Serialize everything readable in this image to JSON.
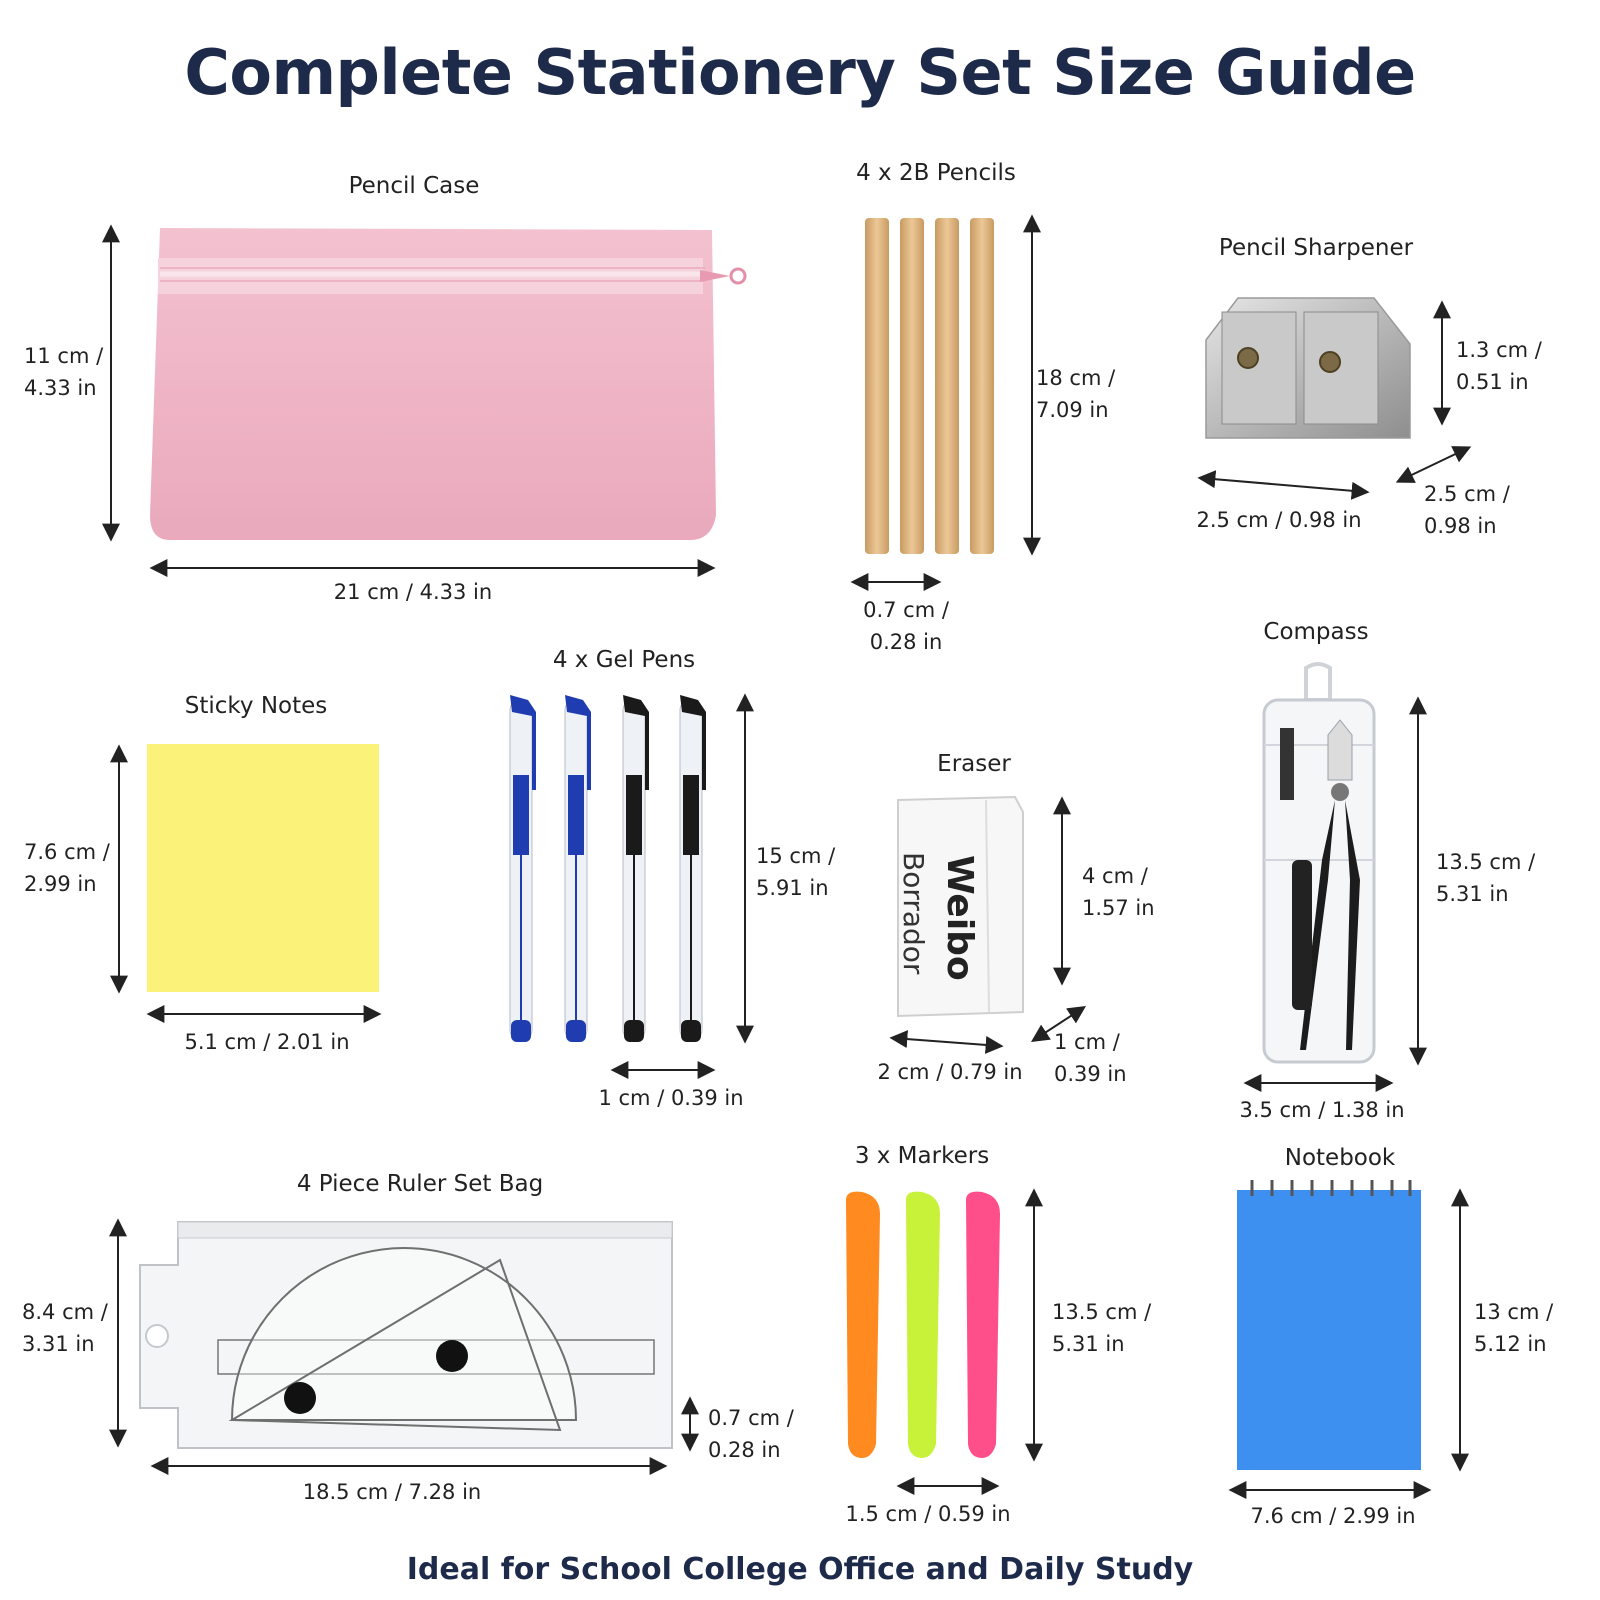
{
  "title": "Complete Stationery Set Size Guide",
  "footer": "Ideal for School College Office and Daily Study",
  "items": {
    "pencil_case": {
      "name": "Pencil Case",
      "height": [
        "11 cm /",
        "4.33 in"
      ],
      "width": "21 cm / 4.33 in"
    },
    "pencils": {
      "name": "4 x 2B Pencils",
      "height": [
        "18 cm /",
        "7.09 in"
      ],
      "width": [
        "0.7 cm /",
        "0.28 in"
      ]
    },
    "sharpener": {
      "name": "Pencil Sharpener",
      "height": [
        "1.3 cm /",
        "0.51 in"
      ],
      "width": "2.5 cm / 0.98 in",
      "depth": [
        "2.5 cm /",
        "0.98 in"
      ]
    },
    "sticky_notes": {
      "name": "Sticky Notes",
      "height": [
        "7.6 cm /",
        "2.99 in"
      ],
      "width": "5.1 cm / 2.01 in"
    },
    "gel_pens": {
      "name": "4 x Gel Pens",
      "height": [
        "15 cm /",
        "5.91 in"
      ],
      "width": "1 cm / 0.39 in"
    },
    "eraser": {
      "name": "Eraser",
      "height": [
        "4 cm /",
        "1.57 in"
      ],
      "width": "2 cm / 0.79 in",
      "depth": [
        "1 cm /",
        "0.39 in"
      ],
      "brand": "Weibo",
      "text": "Borrador"
    },
    "compass": {
      "name": "Compass",
      "height": [
        "13.5 cm /",
        "5.31 in"
      ],
      "width": "3.5 cm / 1.38 in"
    },
    "ruler_set": {
      "name": "4 Piece Ruler Set Bag",
      "height": [
        "8.4 cm /",
        "3.31 in"
      ],
      "width": "18.5 cm / 7.28 in",
      "depth": [
        "0.7 cm /",
        "0.28 in"
      ]
    },
    "markers": {
      "name": "3 x Markers",
      "height": [
        "13.5 cm /",
        "5.31 in"
      ],
      "width": "1.5 cm / 0.59 in"
    },
    "notebook": {
      "name": "Notebook",
      "height": [
        "13 cm /",
        "5.12 in"
      ],
      "width": "7.6 cm / 2.99 in"
    }
  },
  "colors": {
    "title": "#1e2a4a",
    "pencil_case": "#f1b7c8",
    "sticky_notes": "#fbf27a",
    "notebook": "#3d8ff0",
    "marker_orange": "#ff8a1f",
    "marker_green": "#c8f23a",
    "marker_pink": "#ff4f8b",
    "pen_blue": "#1f3db0",
    "pen_black": "#1a1a1a"
  }
}
